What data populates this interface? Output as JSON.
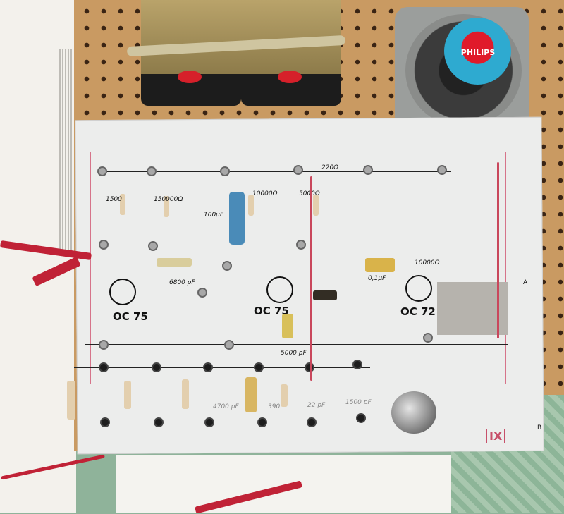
{
  "board": {
    "title_mark": "IX",
    "terminal_a": "A",
    "terminal_b": "B"
  },
  "speaker": {
    "brand": "PHILIPS"
  },
  "transistors": [
    "OC 75",
    "OC 75",
    "OC 72"
  ],
  "labels": {
    "r1": "1500",
    "r2": "150000Ω",
    "r3": "10000Ω",
    "r4": "5000Ω",
    "r5": "220Ω",
    "r6": "10000Ω",
    "c1": "100μF",
    "c2": "6800 pF",
    "c3": "0,1μF",
    "c4": "5000 pF",
    "c5": "1500 pF",
    "c6": "4700 pF",
    "c7": "22 pF",
    "c8": "390"
  }
}
